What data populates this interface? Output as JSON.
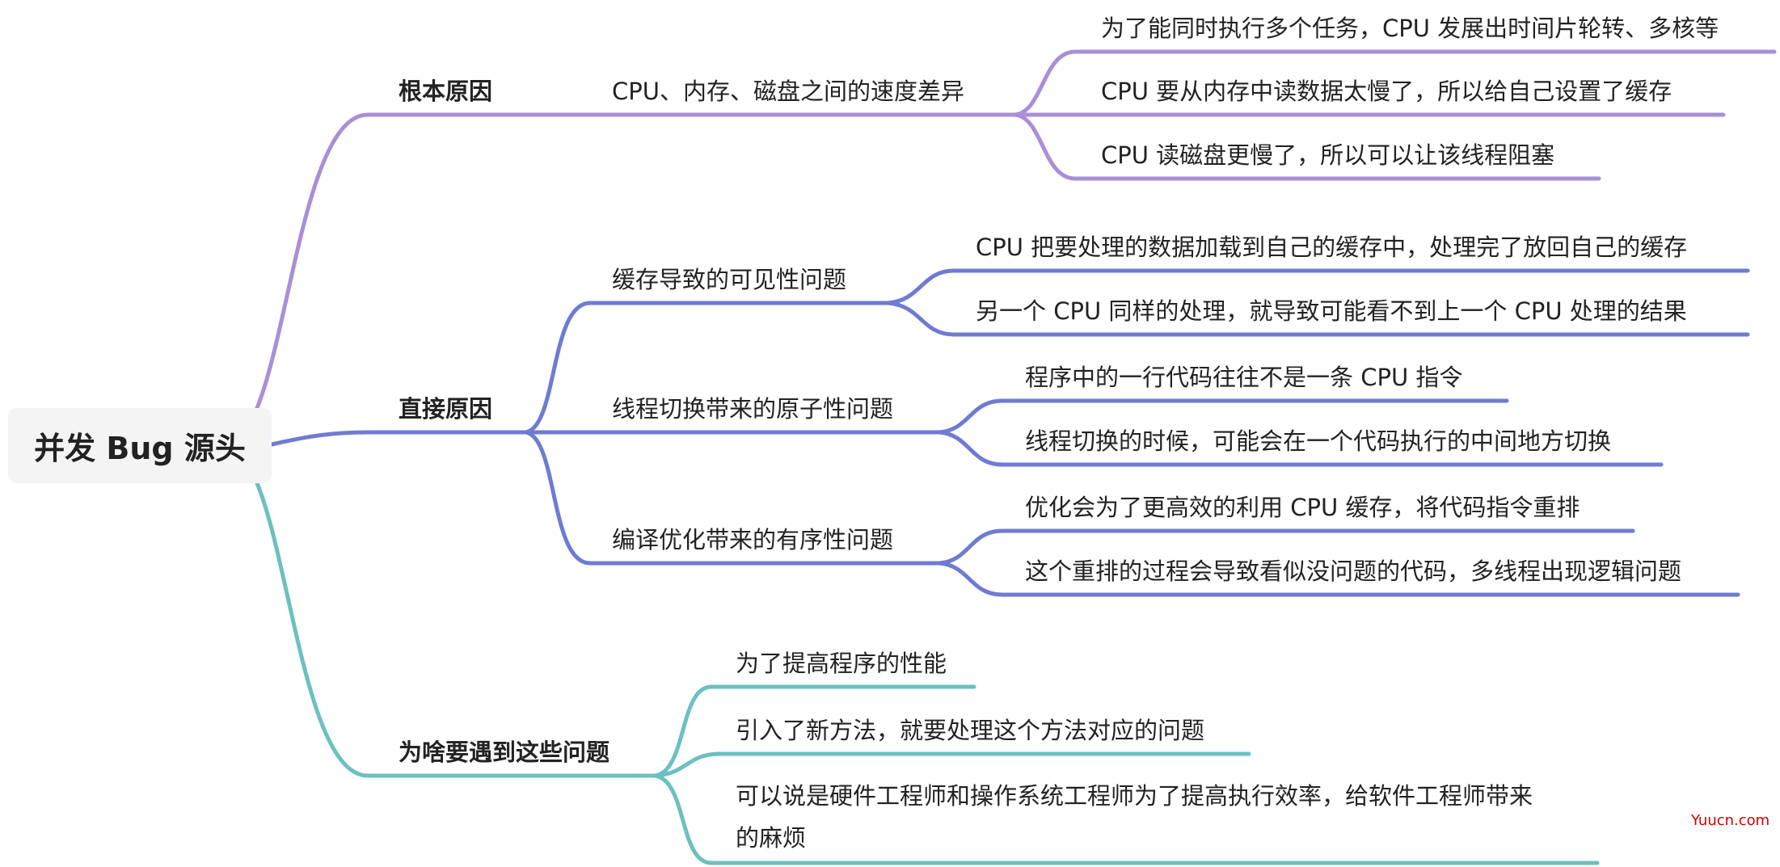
{
  "root": {
    "label": "并发 Bug 源头"
  },
  "colors": {
    "purple": "#a98fd6",
    "blue": "#6f7bd3",
    "teal": "#6cc0c0"
  },
  "branches": [
    {
      "label": "根本原因",
      "children": [
        {
          "label": "CPU、内存、磁盘之间的速度差异",
          "children": [
            "为了能同时执行多个任务，CPU 发展出时间片轮转、多核等",
            "CPU 要从内存中读数据太慢了，所以给自己设置了缓存",
            "CPU 读磁盘更慢了，所以可以让该线程阻塞"
          ]
        }
      ]
    },
    {
      "label": "直接原因",
      "children": [
        {
          "label": "缓存导致的可见性问题",
          "children": [
            "CPU 把要处理的数据加载到自己的缓存中，处理完了放回自己的缓存",
            "另一个 CPU 同样的处理，就导致可能看不到上一个 CPU 处理的结果"
          ]
        },
        {
          "label": "线程切换带来的原子性问题",
          "children": [
            "程序中的一行代码往往不是一条 CPU 指令",
            "线程切换的时候，可能会在一个代码执行的中间地方切换"
          ]
        },
        {
          "label": "编译优化带来的有序性问题",
          "children": [
            "优化会为了更高效的利用 CPU 缓存，将代码指令重排",
            "这个重排的过程会导致看似没问题的代码，多线程出现逻辑问题"
          ]
        }
      ]
    },
    {
      "label": "为啥要遇到这些问题",
      "children": [
        {
          "label": "为了提高程序的性能"
        },
        {
          "label": "引入了新方法，就要处理这个方法对应的问题"
        },
        {
          "line1": "可以说是硬件工程师和操作系统工程师为了提高执行效率，给软件工程师带来",
          "line2": "的麻烦"
        }
      ]
    }
  ],
  "watermark": "Yuucn.com"
}
